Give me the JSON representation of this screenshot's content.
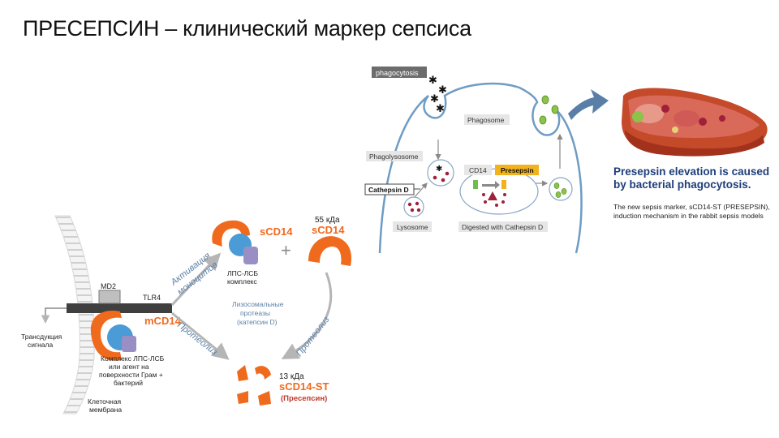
{
  "title": "ПРЕСЕПСИН – клинический маркер сепсиса",
  "right_panel": {
    "phagocytosis": "phagocytosis",
    "phagosome": "Phagosome",
    "phagolysosome": "Phagolysosome",
    "cathepsin_d": "Cathepsin D",
    "lysosome": "Lysosome",
    "cd14": "CD14",
    "presepsin": "Presepsin",
    "digested": "Digested with Cathepsin D",
    "caption_main": "Presepsin elevation is caused by bacterial phagocytosis.",
    "caption_sub": "The new sepsis marker, sCD14-ST (PRESEPSIN), induction mechanism in the rabbit sepsis models"
  },
  "left_panel": {
    "md2": "MD2",
    "tlr4": "TLR4",
    "mcd14": "mCD14",
    "scd14_top": "sCD14",
    "kda_55": "55 кДа",
    "scd14_right": "sCD14",
    "plus": "+",
    "lps_lsb_1": "ЛПС-ЛСБ",
    "lps_lsb_2": "комплекс",
    "activation_1": "Активация",
    "activation_2": "моноцитов",
    "proteolysis_left": "Протеолиз",
    "proteolysis_right": "Протеолиз",
    "lysosomal_1": "Лизосомальные",
    "lysosomal_2": "протеазы",
    "lysosomal_3": "(катепсин D)",
    "transduction_1": "Трансдукция",
    "transduction_2": "сигнала",
    "complex_1": "Комплекс ЛПС-ЛСБ",
    "complex_2": "или агент на",
    "complex_3": "поверхности Грам +",
    "complex_4": "бактерий",
    "membrane_1": "Клеточная",
    "membrane_2": "мембрана",
    "kda_13": "13 кДа",
    "scd14_st": "sCD14-ST",
    "presepsin_ru": "(Пресепсин)"
  },
  "colors": {
    "orange": "#f06a1e",
    "blue": "#4a9bd6",
    "lavender": "#9a8fc4",
    "gray_arrow": "#b5b5b5",
    "cell_outline": "#6f9cc4",
    "presepsin_yellow": "#f2b21b",
    "dark_red": "#a0203a",
    "caption_blue": "#1e3d7a"
  }
}
